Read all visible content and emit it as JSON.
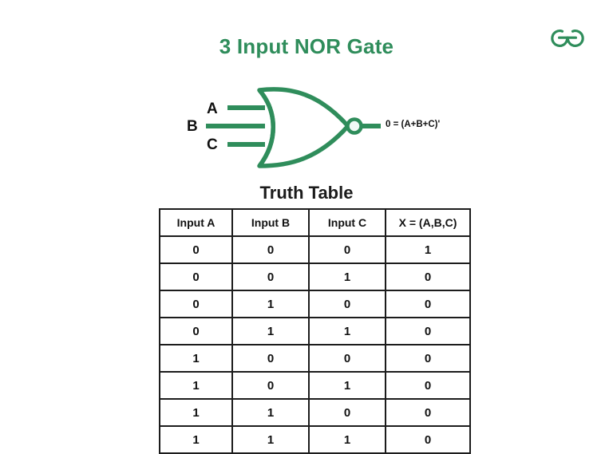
{
  "brand": {
    "logo_name": "geeksforgeeks-logo",
    "color": "#2f8d5b"
  },
  "title": "3 Input NOR Gate",
  "colors": {
    "accent_green": "#2f8d5b",
    "text_black": "#111111",
    "table_border": "#1c1c1c",
    "background": "#ffffff"
  },
  "diagram": {
    "gate_type": "NOR",
    "input_count": 3,
    "inputs": [
      {
        "label": "A"
      },
      {
        "label": "B"
      },
      {
        "label": "C"
      }
    ],
    "output_expression": "0 = (A+B+C)'",
    "bubble": "inverting-bubble"
  },
  "truth_table": {
    "heading": "Truth Table",
    "headers": [
      "Input A",
      "Input B",
      "Input C",
      "X = (A,B,C)"
    ],
    "rows": [
      [
        "0",
        "0",
        "0",
        "1"
      ],
      [
        "0",
        "0",
        "1",
        "0"
      ],
      [
        "0",
        "1",
        "0",
        "0"
      ],
      [
        "0",
        "1",
        "1",
        "0"
      ],
      [
        "1",
        "0",
        "0",
        "0"
      ],
      [
        "1",
        "0",
        "1",
        "0"
      ],
      [
        "1",
        "1",
        "0",
        "0"
      ],
      [
        "1",
        "1",
        "1",
        "0"
      ]
    ]
  }
}
